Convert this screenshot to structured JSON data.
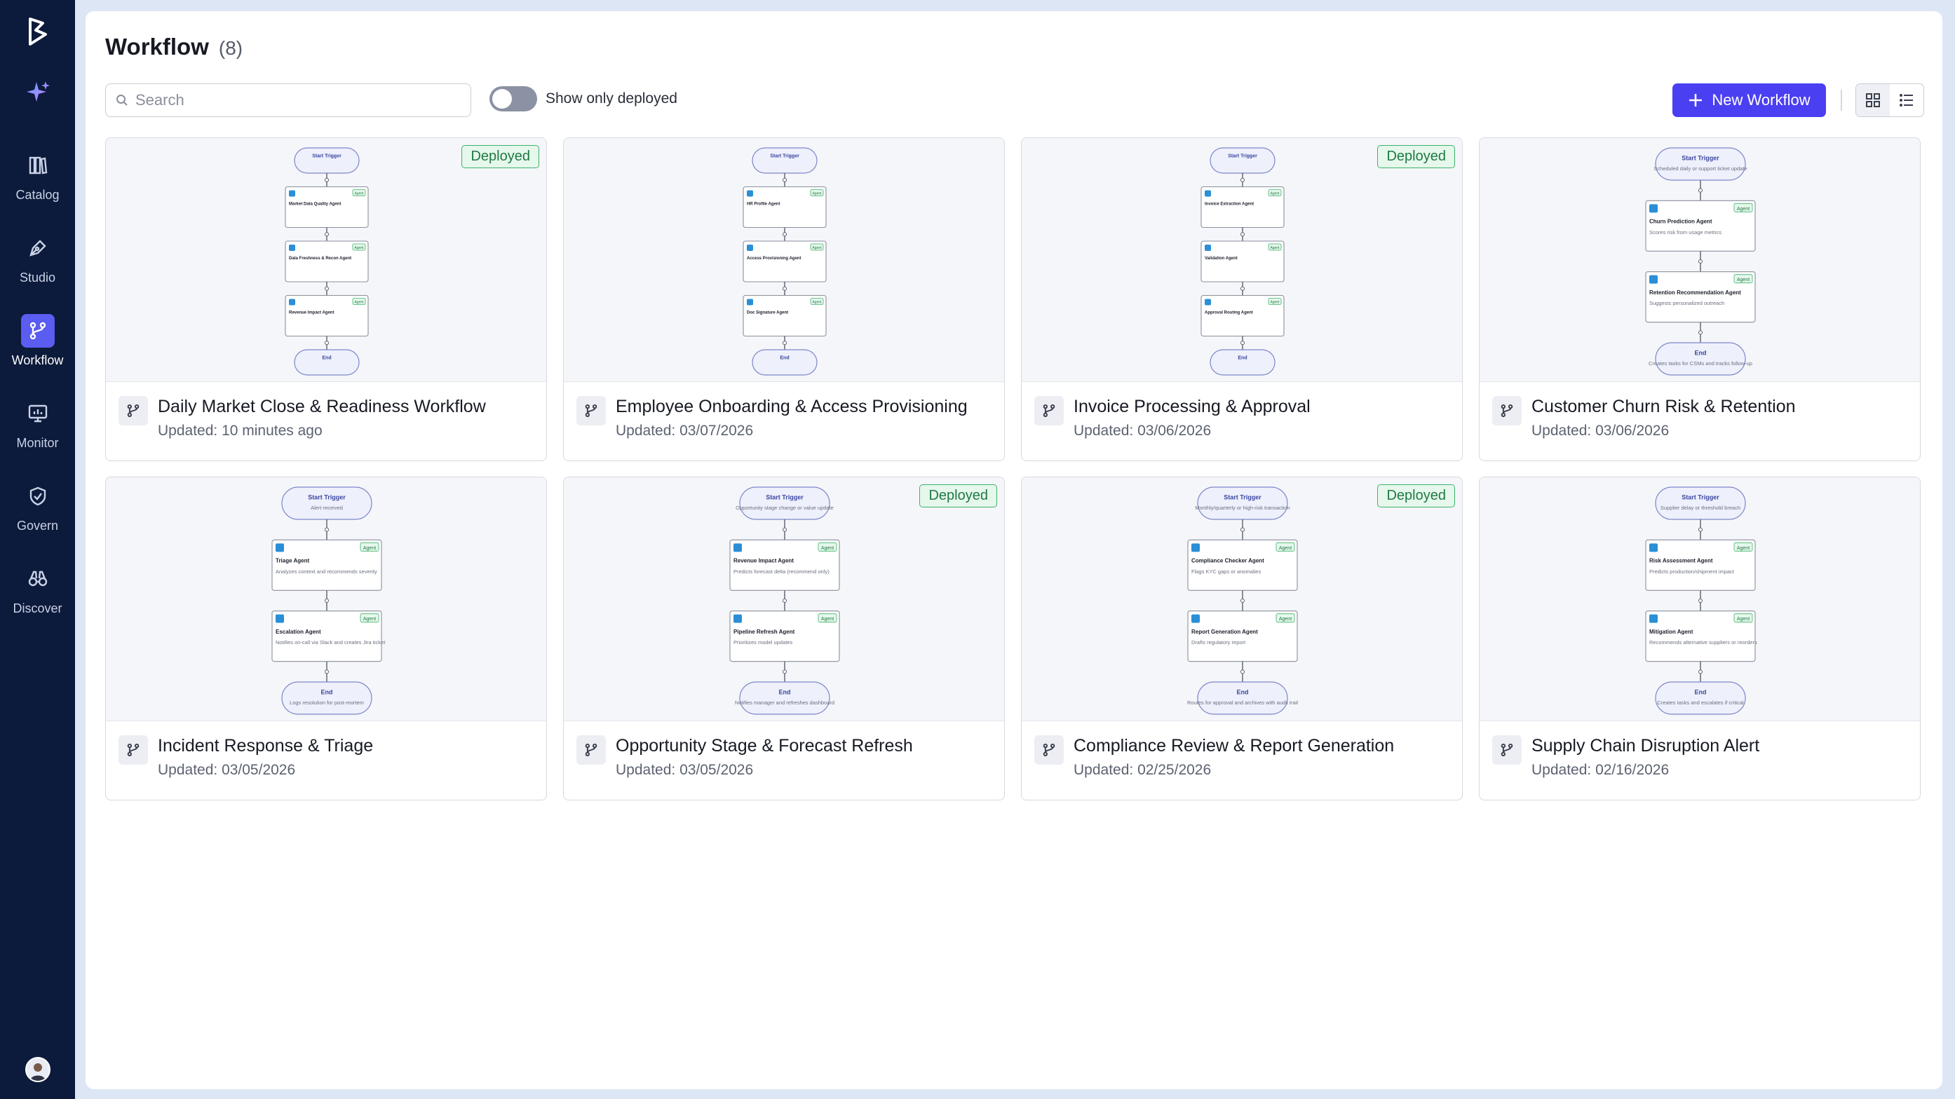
{
  "sidebar": {
    "items": [
      {
        "label": "Catalog",
        "icon": "catalog-icon"
      },
      {
        "label": "Studio",
        "icon": "pen-icon"
      },
      {
        "label": "Workflow",
        "icon": "workflow-icon",
        "active": true
      },
      {
        "label": "Monitor",
        "icon": "monitor-icon"
      },
      {
        "label": "Govern",
        "icon": "shield-icon"
      },
      {
        "label": "Discover",
        "icon": "binoculars-icon"
      }
    ]
  },
  "header": {
    "title": "Workflow",
    "count": "(8)"
  },
  "toolbar": {
    "search_placeholder": "Search",
    "toggle_label": "Show only deployed",
    "new_button_label": "New Workflow"
  },
  "colors": {
    "accent": "#4b3ff2",
    "sidebar": "#0c1a3b",
    "deployed": "#3cb36a"
  },
  "badge_label": "Deployed",
  "workflows": [
    {
      "name": "Daily Market Close & Readiness Workflow",
      "updated": "Updated: 10 minutes ago",
      "deployed": true,
      "diagram": {
        "start": "Start Trigger",
        "end": "End",
        "agents": [
          "Market Data Quality Agent",
          "Data Freshness & Recon Agent",
          "Revenue Impact Agent"
        ],
        "agent_tag": "Agent"
      }
    },
    {
      "name": "Employee Onboarding & Access Provisioning",
      "updated": "Updated: 03/07/2026",
      "deployed": false,
      "diagram": {
        "start": "Start Trigger",
        "end": "End",
        "agents": [
          "HR Profile Agent",
          "Access Provisioning Agent",
          "Doc Signature Agent"
        ],
        "agent_tag": "Agent"
      }
    },
    {
      "name": "Invoice Processing & Approval",
      "updated": "Updated: 03/06/2026",
      "deployed": true,
      "diagram": {
        "start": "Start Trigger",
        "end": "End",
        "agents": [
          "Invoice Extraction Agent",
          "Validation Agent",
          "Approval Routing Agent"
        ],
        "agent_tag": "Agent"
      }
    },
    {
      "name": "Customer Churn Risk & Retention",
      "updated": "Updated: 03/06/2026",
      "deployed": false,
      "diagram": {
        "start": "Start Trigger",
        "start_sub": "Scheduled daily or support ticket update",
        "end": "End",
        "end_sub": "Creates tasks for CSMs and tracks follow-up",
        "agents": [
          "Churn Prediction Agent",
          "Retention Recommendation Agent"
        ],
        "agent_subs": [
          "Scores risk from usage metrics",
          "Suggests personalized outreach"
        ],
        "agent_tag": "Agent"
      }
    },
    {
      "name": "Incident Response & Triage",
      "updated": "Updated: 03/05/2026",
      "deployed": false,
      "diagram": {
        "start": "Start Trigger",
        "start_sub": "Alert received",
        "end": "End",
        "end_sub": "Logs resolution for post-mortem",
        "agents": [
          "Triage Agent",
          "Escalation Agent"
        ],
        "agent_subs": [
          "Analyzes context and recommends severity",
          "Notifies on-call via Slack and creates Jira ticket"
        ],
        "agent_tag": "Agent"
      }
    },
    {
      "name": "Opportunity Stage & Forecast Refresh",
      "updated": "Updated: 03/05/2026",
      "deployed": true,
      "diagram": {
        "start": "Start Trigger",
        "start_sub": "Opportunity stage change or value update",
        "end": "End",
        "end_sub": "Notifies manager and refreshes dashboard",
        "agents": [
          "Revenue Impact Agent",
          "Pipeline Refresh Agent"
        ],
        "agent_subs": [
          "Predicts forecast delta (recommend only)",
          "Prioritizes model updates"
        ],
        "agent_tag": "Agent"
      }
    },
    {
      "name": "Compliance Review & Report Generation",
      "updated": "Updated: 02/25/2026",
      "deployed": true,
      "diagram": {
        "start": "Start Trigger",
        "start_sub": "Monthly/quarterly or high-risk transaction",
        "end": "End",
        "end_sub": "Routes for approval and archives with audit trail",
        "agents": [
          "Compliance Checker Agent",
          "Report Generation Agent"
        ],
        "agent_subs": [
          "Flags KYC gaps or anomalies",
          "Drafts regulatory report"
        ],
        "agent_tag": "Agent"
      }
    },
    {
      "name": "Supply Chain Disruption Alert",
      "updated": "Updated: 02/16/2026",
      "deployed": false,
      "diagram": {
        "start": "Start Trigger",
        "start_sub": "Supplier delay or threshold breach",
        "end": "End",
        "end_sub": "Creates tasks and escalates if critical",
        "agents": [
          "Risk Assessment Agent",
          "Mitigation Agent"
        ],
        "agent_subs": [
          "Predicts production/shipment impact",
          "Recommends alternative suppliers or reorders"
        ],
        "agent_tag": "Agent"
      }
    }
  ]
}
